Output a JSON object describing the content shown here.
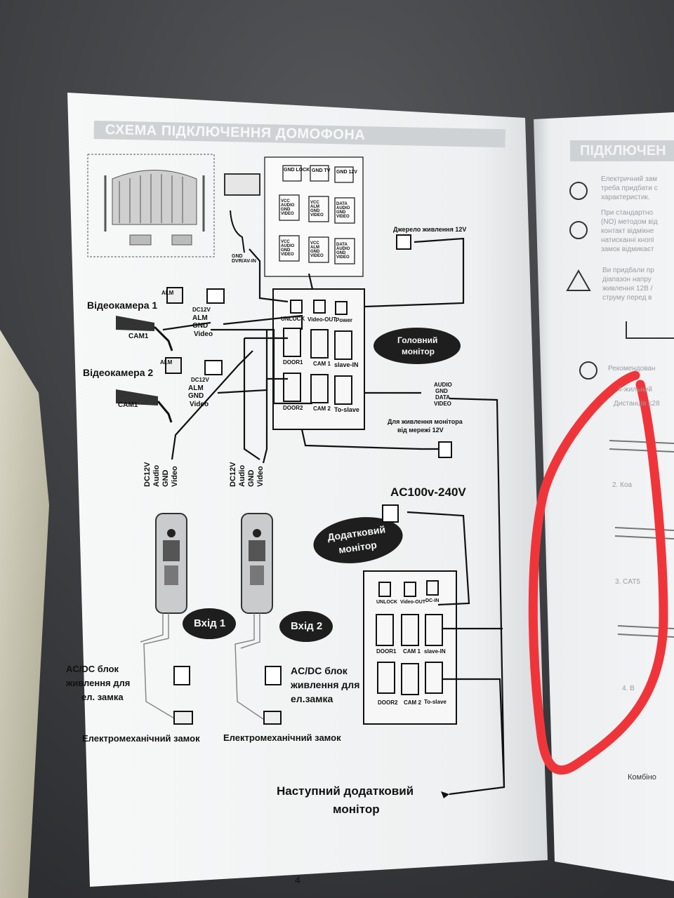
{
  "left_page": {
    "title": "СХЕМА ПІДКЛЮЧЕННЯ ДОМОФОНА",
    "page_number": "4",
    "main_monitor": {
      "label_line1": "Головний",
      "label_line2": "монітор",
      "top_ports": [
        "GND LOCK",
        "GND TV",
        "GND 12V"
      ],
      "mid_ports": [
        "VCC AUDIO GND VIDEO",
        "VCC ALM GND VIDEO",
        "DATA AUDIO GND VIDEO"
      ],
      "ports": [
        "UNLOCK",
        "Video-OUT",
        "Power",
        "DOOR1",
        "CAM 1",
        "slave-IN",
        "DOOR2",
        "CAM 2",
        "To-slave"
      ],
      "power_source": "Джерело живлення 12V",
      "mains_note_line1": "Для живлення монітора",
      "mains_note_line2": "від мережі 12V",
      "gnd_label": "GND DVR/AV-IN"
    },
    "camera1": {
      "label": "Відеокамера 1",
      "id": "CAM1",
      "wires": [
        "ALM",
        "DC12V",
        "ALM",
        "GND",
        "Video"
      ]
    },
    "camera2": {
      "label": "Відеокамера 2",
      "id": "CAM1",
      "wires": [
        "ALM",
        "DC12V",
        "ALM",
        "GND",
        "Video"
      ]
    },
    "panel_wires": [
      "DC12V",
      "Audio",
      "GND",
      "Video"
    ],
    "signal_wires": [
      "AUDIO",
      "GND",
      "DATA",
      "VIDEO"
    ],
    "entrance1": "Вхід 1",
    "entrance2": "Вхід 2",
    "psu1": [
      "AC/DC блок",
      "живлення для",
      "ел. замка"
    ],
    "psu2": [
      "AC/DC блок",
      "живлення для",
      "ел.замка"
    ],
    "lock_label": "Електромеханічний замок",
    "ac_input": "AC100v-240V",
    "extra_monitor": {
      "label_line1": "Додатковий",
      "label_line2": "монітор",
      "ports": [
        "UNLOCK",
        "Video-OUT",
        "DC-IN",
        "DOOR1",
        "CAM 1",
        "slave-IN",
        "DOOR2",
        "CAM 2",
        "To-slave"
      ]
    },
    "next_monitor_line1": "Наступний додатковий",
    "next_monitor_line2": "монітор"
  },
  "right_page": {
    "title": "ПІДКЛЮЧЕН",
    "lines": [
      "Електричний зам",
      "треба придбати с",
      "характеристик.",
      "При стандартно",
      "(NO) методом від",
      "контакт відмікне",
      "натисканні кнопі",
      "замок відмикаєт",
      "Ви придбали пр",
      "діапазон напру",
      "живлення 12В /",
      "струму перед в",
      "Рекомендован",
      "4-жильний",
      "Дистанція ≤28",
      "2. Коа",
      "3. CAT5",
      "4. В",
      "Комбіно"
    ]
  },
  "colors": {
    "background": "#3f4043",
    "paper": "#f4f6f7",
    "ink": "#111111",
    "title_bar": "#cfd2d5",
    "annotation": "#f0353a"
  }
}
